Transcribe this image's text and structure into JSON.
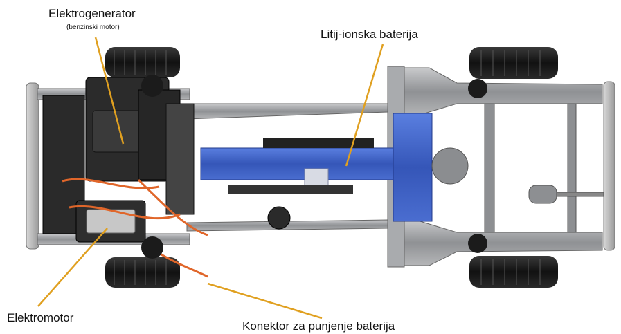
{
  "labels": {
    "elektrogenerator": "Elektrogenerator",
    "elektrogenerator_sub": "(benzinski motor)",
    "baterija": "Litij-ionska baterija",
    "elektromotor": "Elektromotor",
    "konektor": "Konektor za punjenje baterija"
  },
  "colors": {
    "leader_line": "#e0a020",
    "battery": "#3d63c9",
    "frame": "#8a8c90",
    "tire": "#1a1a1a",
    "cable": "#e0662a"
  }
}
